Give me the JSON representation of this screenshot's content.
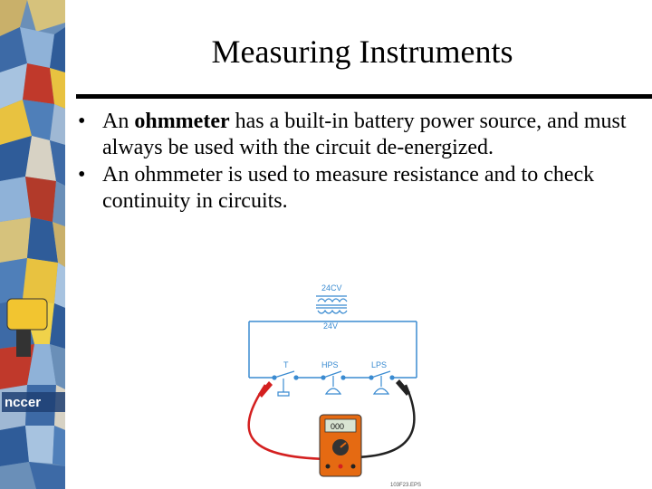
{
  "slide": {
    "title": "Measuring Instruments",
    "bullet1": {
      "prefix": "An ",
      "bold": "ohmmeter",
      "suffix": " has a built-in battery power source, and must always be used with the circuit de-energized."
    },
    "bullet2": "An ohmmeter is used to measure resistance and to check continuity in circuits.",
    "logo_text": "nccer"
  },
  "diagram": {
    "transformer_primary": "24CV",
    "transformer_secondary": "24V",
    "switch_t": "T",
    "switch_hps": "HPS",
    "switch_lps": "LPS",
    "meter_display": "000",
    "figure_code": "103F23.EPS",
    "colors": {
      "wire": "#3a8bd1",
      "red_lead": "#d42020",
      "meter_body": "#e56a12"
    }
  }
}
